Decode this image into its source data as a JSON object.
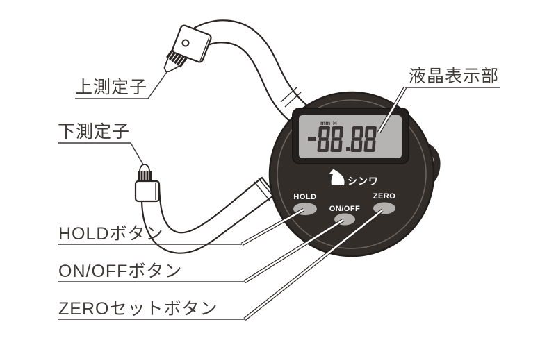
{
  "diagram": {
    "type": "product-annotation-diagram",
    "subject": "digital dial thickness gauge",
    "labels": {
      "upper_spindle": "上測定子",
      "lower_spindle": "下測定子",
      "lcd": "液晶表示部",
      "hold": "HOLDボタン",
      "onoff": "ON/OFFボタン",
      "zero": "ZEROセットボタン"
    },
    "device": {
      "brand": "シンワ",
      "display": {
        "value": "-88.88",
        "unit": "mm",
        "hold_indicator": "H"
      },
      "buttons": [
        {
          "label": "HOLD"
        },
        {
          "label": "ON/OFF"
        },
        {
          "label": "ZERO"
        }
      ]
    },
    "colors": {
      "body_dark": "#332d2a",
      "body_edge": "#211d1b",
      "rim_ring": "#746c67",
      "lcd_bezel": "#24201e",
      "lcd_screen": "#b6b4b2",
      "lcd_digit": "#3a3533",
      "button_gray": "#b3b0ae",
      "line_ink": "#3f3a38",
      "background": "#ffffff"
    }
  }
}
